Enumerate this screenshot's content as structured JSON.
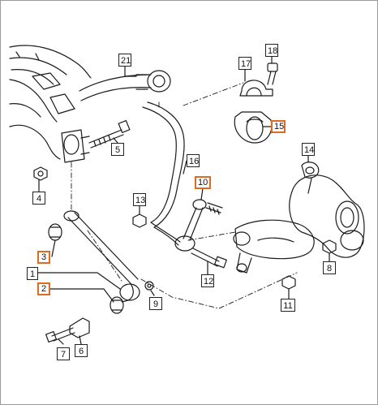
{
  "diagram": {
    "callouts": [
      {
        "label": "1"
      },
      {
        "label": "2",
        "highlighted": true
      },
      {
        "label": "3",
        "highlighted": true
      },
      {
        "label": "4"
      },
      {
        "label": "5"
      },
      {
        "label": "6"
      },
      {
        "label": "7"
      },
      {
        "label": "8"
      },
      {
        "label": "9"
      },
      {
        "label": "10",
        "highlighted": true
      },
      {
        "label": "11"
      },
      {
        "label": "12"
      },
      {
        "label": "13"
      },
      {
        "label": "14"
      },
      {
        "label": "15",
        "highlighted": true
      },
      {
        "label": "16"
      },
      {
        "label": "17"
      },
      {
        "label": "18"
      },
      {
        "label": "21"
      }
    ],
    "colors": {
      "line": "#1a1a1a",
      "highlight": "#e06b1f",
      "frame": "#9a9a9a",
      "fill": "#ffffff"
    }
  }
}
